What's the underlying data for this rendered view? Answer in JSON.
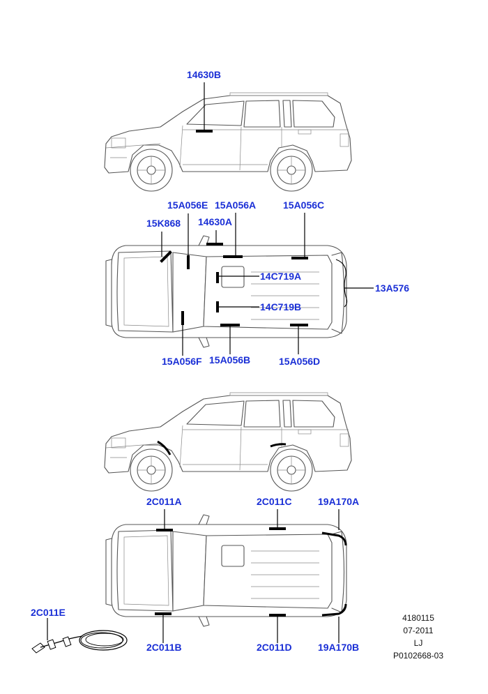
{
  "callouts": {
    "c14630B": "14630B",
    "c15A056E": "15A056E",
    "c15A056A": "15A056A",
    "c15A056C": "15A056C",
    "c15K868": "15K868",
    "c14630A": "14630A",
    "c14C719A": "14C719A",
    "c14C719B": "14C719B",
    "c13A576": "13A576",
    "c15A056F": "15A056F",
    "c15A056B": "15A056B",
    "c15A056D": "15A056D",
    "c2C011A": "2C011A",
    "c2C011C": "2C011C",
    "c19A170A": "19A170A",
    "c2C011E": "2C011E",
    "c2C011B": "2C011B",
    "c2C011D": "2C011D",
    "c19A170B": "19A170B"
  },
  "info": {
    "code": "4180115",
    "date": "07-2011",
    "initials": "LJ",
    "ref": "P0102668-03"
  },
  "colors": {
    "label": "#1a2fd6",
    "line": "#555555",
    "part": "#000000"
  }
}
